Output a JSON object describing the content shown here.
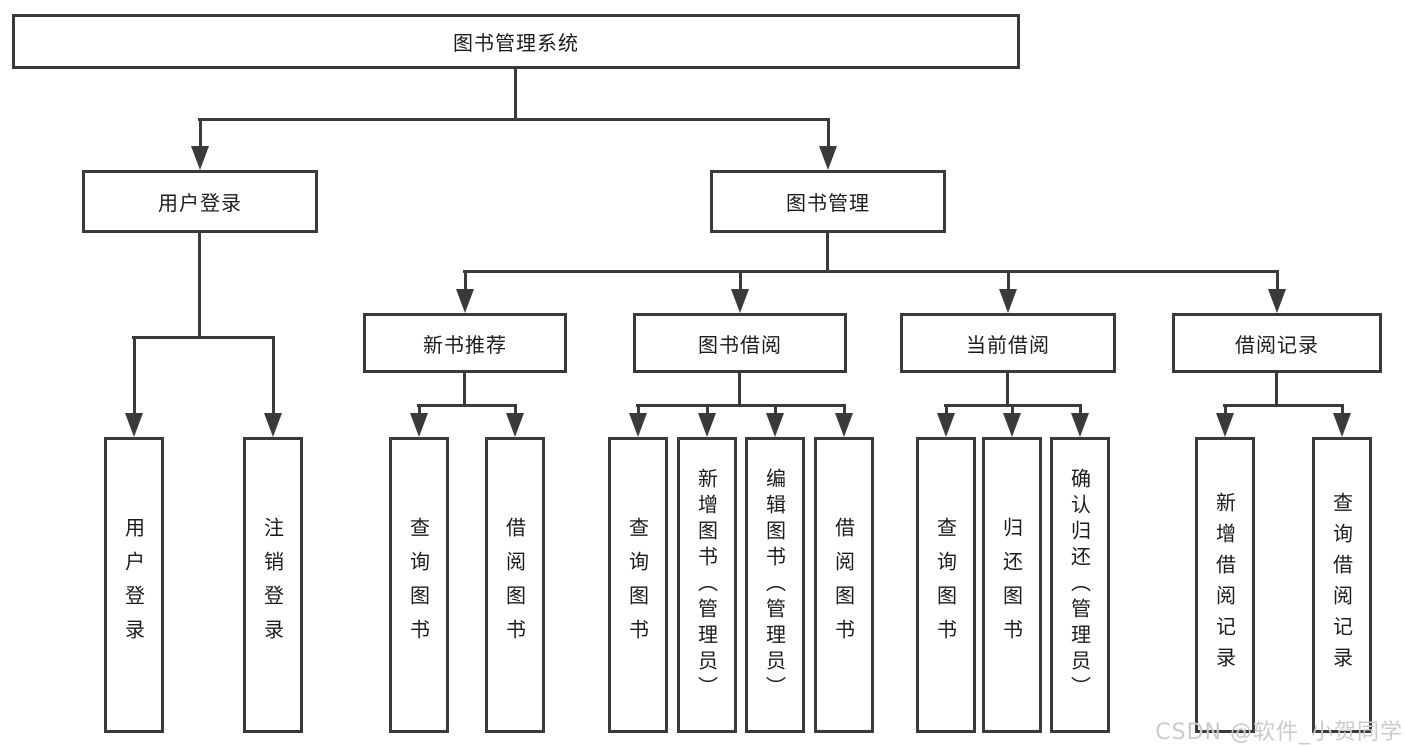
{
  "tree": {
    "root": "图书管理系统",
    "children": [
      {
        "label": "用户登录",
        "children": [
          "用户登录",
          "注销登录"
        ]
      },
      {
        "label": "图书管理",
        "children": [
          {
            "label": "新书推荐",
            "children": [
              "查询图书",
              "借阅图书"
            ]
          },
          {
            "label": "图书借阅",
            "children": [
              "查询图书",
              "新增图书（管理员）",
              "编辑图书（管理员）",
              "借阅图书"
            ]
          },
          {
            "label": "当前借阅",
            "children": [
              "查询图书",
              "归还图书",
              "确认归还（管理员）"
            ]
          },
          {
            "label": "借阅记录",
            "children": [
              "新增借阅记录",
              "查询借阅记录"
            ]
          }
        ]
      }
    ]
  },
  "watermark": "CSDN @软件_小贺同学",
  "colors": {
    "line": "#3a3a3a",
    "box_border": "#3a3a3a",
    "text": "#1c1c1c",
    "background": "#ffffff",
    "watermark": "#c9cbcd"
  }
}
